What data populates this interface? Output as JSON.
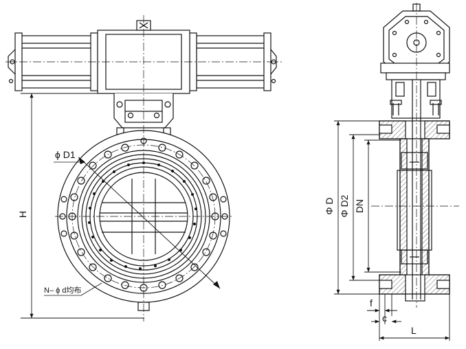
{
  "front_view": {
    "labels": {
      "height": "H",
      "bolt_circle": "ϕ D1",
      "bolt_holes": "N– ϕ d均布"
    }
  },
  "side_view": {
    "labels": {
      "outer_diameter": "Φ D",
      "raised_face_diameter": "Φ D2",
      "nominal_diameter": "DN",
      "face_thickness": "f",
      "flange_thickness": "c",
      "face_to_face_length": "L"
    }
  },
  "colors": {
    "line": "#111111",
    "hatch": "#666666",
    "background": "#ffffff"
  }
}
